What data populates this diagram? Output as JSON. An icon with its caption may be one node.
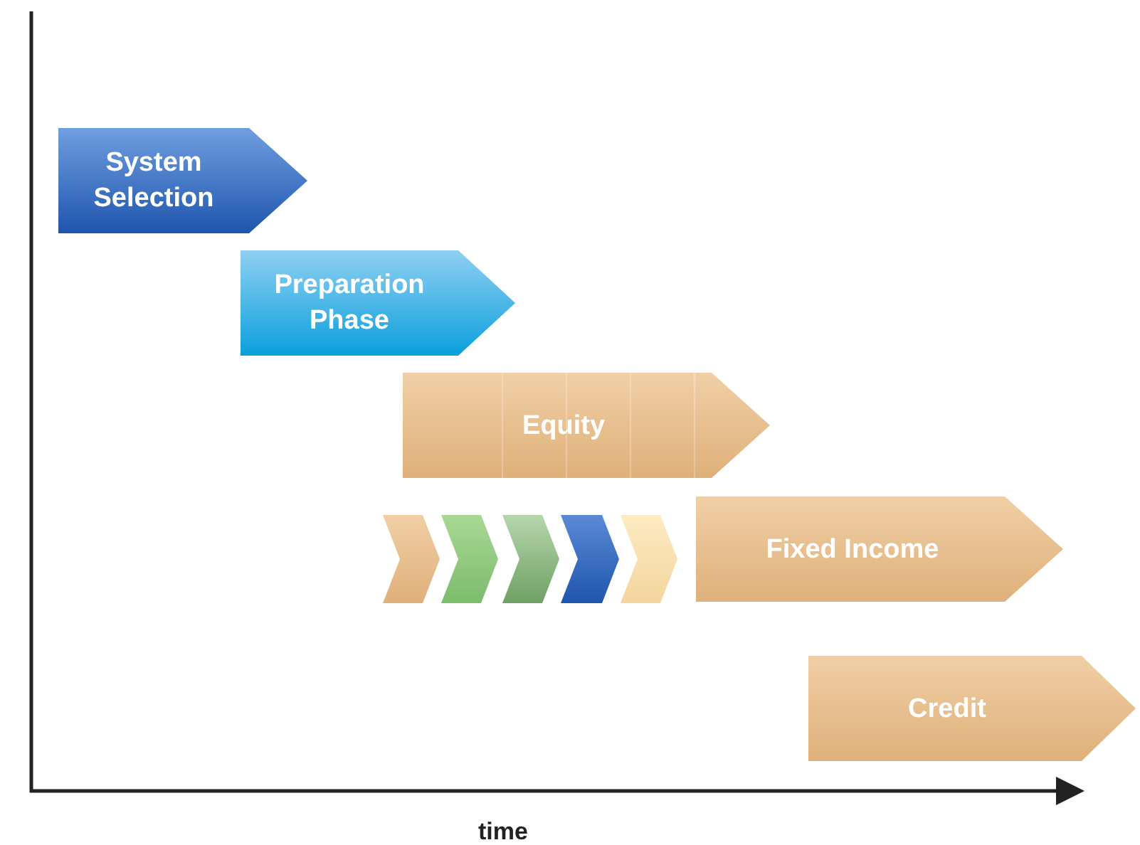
{
  "diagram": {
    "nodes": [
      {
        "text": [
          "System Selection"
        ]
      },
      {
        "text": [
          "Preparation Phase"
        ]
      },
      {
        "text": [
          "Equity"
        ]
      },
      {
        "text": [],
        "shape": "chevron"
      },
      {
        "text": [],
        "shape": "chevron"
      },
      {
        "text": [],
        "shape": "chevron"
      },
      {
        "text": [],
        "shape": "chevron"
      },
      {
        "text": [],
        "shape": "chevron"
      },
      {
        "text": [
          "Fixed Income"
        ]
      },
      {
        "text": [
          "Credit"
        ]
      }
    ],
    "labels": [
      "time"
    ]
  }
}
